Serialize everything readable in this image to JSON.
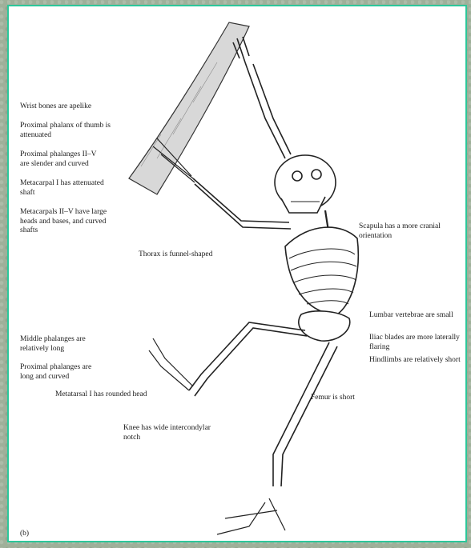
{
  "labels": {
    "wrist": "Wrist bones are apelike",
    "thumb_phalanx": "Proximal phalanx of thumb is\nattenuated",
    "prox_phalanges": "Proximal phalanges II–V\nare slender and curved",
    "metacarpal_1": "Metacarpal I has attenuated\nshaft",
    "metacarpals_2_5": "Metacarpals II–V have large\nheads and bases, and curved\nshafts",
    "scapula": "Scapula has a more cranial\norientation",
    "thorax": "Thorax is funnel-shaped",
    "lumbar": "Lumbar vertebrae are small",
    "iliac": "Iliac blades are more laterally\nflaring",
    "hindlimbs": "Hindlimbs are relatively short",
    "middle_phalanges": "Middle phalanges are\nrelatively long",
    "prox_phalanges_foot": "Proximal phalanges are\nlong and curved",
    "metatarsal": "Metatarsal I has rounded head",
    "femur": "Femur is short",
    "knee": "Knee has  wide intercondylar\nnotch",
    "panel": "(b)"
  },
  "colors": {
    "frame_border": "#2cc79a",
    "page_bg": "#9fb09a"
  }
}
